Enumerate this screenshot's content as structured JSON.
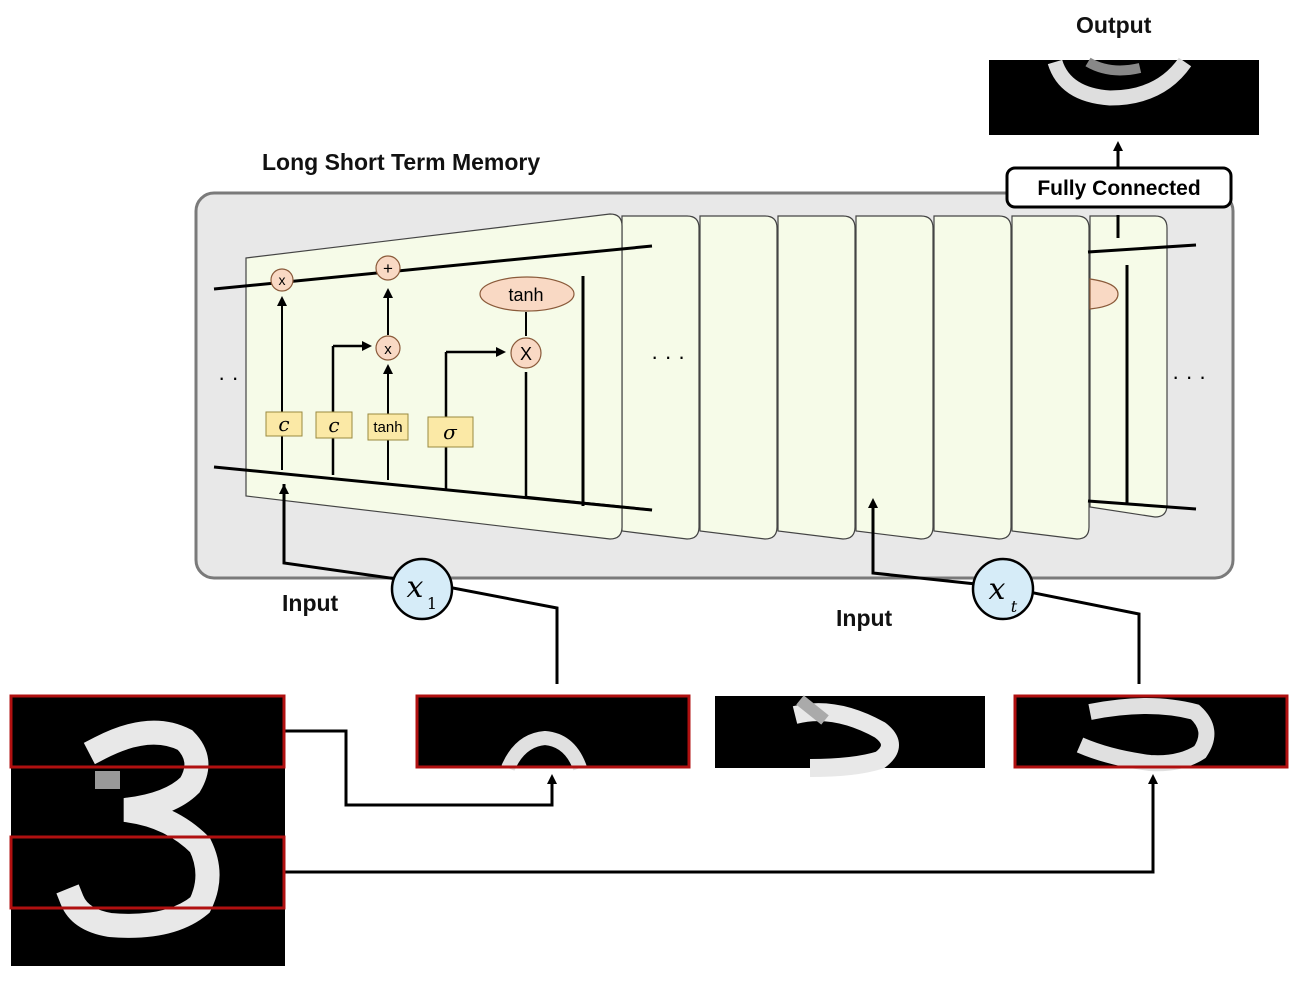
{
  "title": "Long Short Term Memory",
  "output_label": "Output",
  "fc_label": "Fully Connected",
  "input_label_1": "Input",
  "input_label_2": "Input",
  "x1_label": "x",
  "x1_sub": "1",
  "xt_label": "x",
  "xt_sub": "t",
  "ellipsis_left": "· ·",
  "ellipsis_mid": "· · ·",
  "ellipsis_right": "· · ·",
  "gate_labels": {
    "c1": "c",
    "c2": "c",
    "tanh_box": "tanh",
    "sigma": "σ",
    "tanh_ellipse": "tanh",
    "mult": "x",
    "plus": "+",
    "mult2": "x",
    "mult3": "X"
  },
  "colors": {
    "panel_bg": "#e8e8e8",
    "panel_border": "#7a7a7a",
    "cell_bg": "#f6fbe8",
    "gate_box": "#fbe9a6",
    "op_circle": "#f9d9c4",
    "x_circle": "#d6ecf8",
    "red_frame": "#b01010"
  }
}
